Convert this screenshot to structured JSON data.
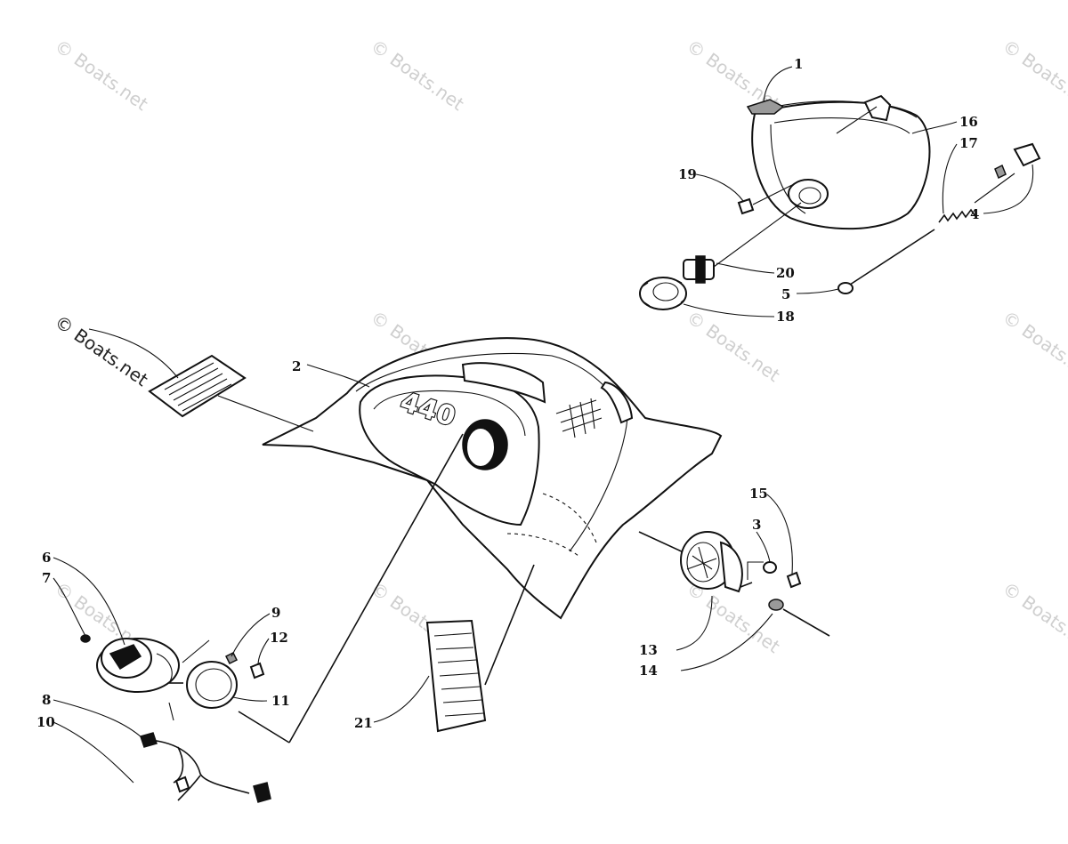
{
  "watermark": "© Boats.net",
  "hood_badge": "440",
  "callouts": {
    "c1": "1",
    "c2": "2",
    "c3": "3",
    "c4": "4",
    "c5": "5",
    "c6": "6",
    "c7": "7",
    "c8": "8",
    "c9": "9",
    "c10": "10",
    "c11": "11",
    "c12": "12",
    "c13": "13",
    "c14": "14",
    "c15": "15",
    "c16": "16",
    "c17": "17",
    "c18": "18",
    "c19": "19",
    "c20": "20",
    "c21": "21"
  }
}
